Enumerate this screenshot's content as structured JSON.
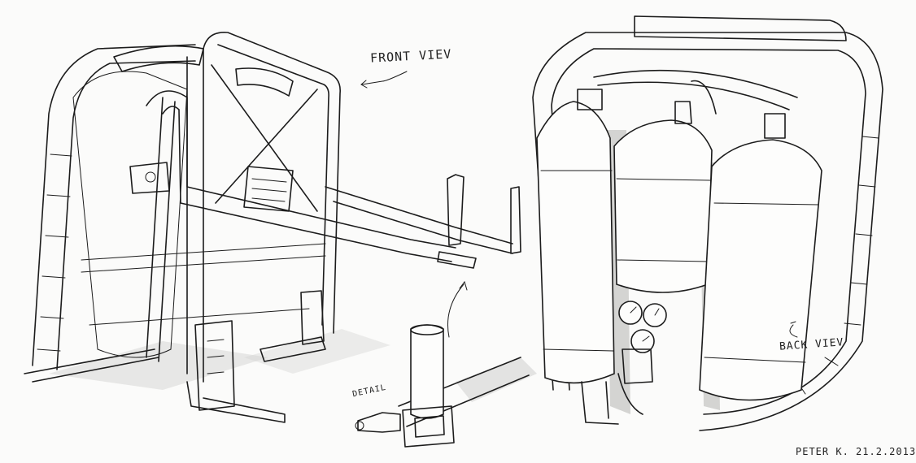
{
  "labels": {
    "front": "FRONT VIEV",
    "back": "BACK VIEV",
    "detail": "DETAIL",
    "signature": "PETER K. 21.2.2013"
  },
  "colors": {
    "ink": "#1c1c1c",
    "paper": "#fbfbfa",
    "shade": "#d4d4d2"
  }
}
